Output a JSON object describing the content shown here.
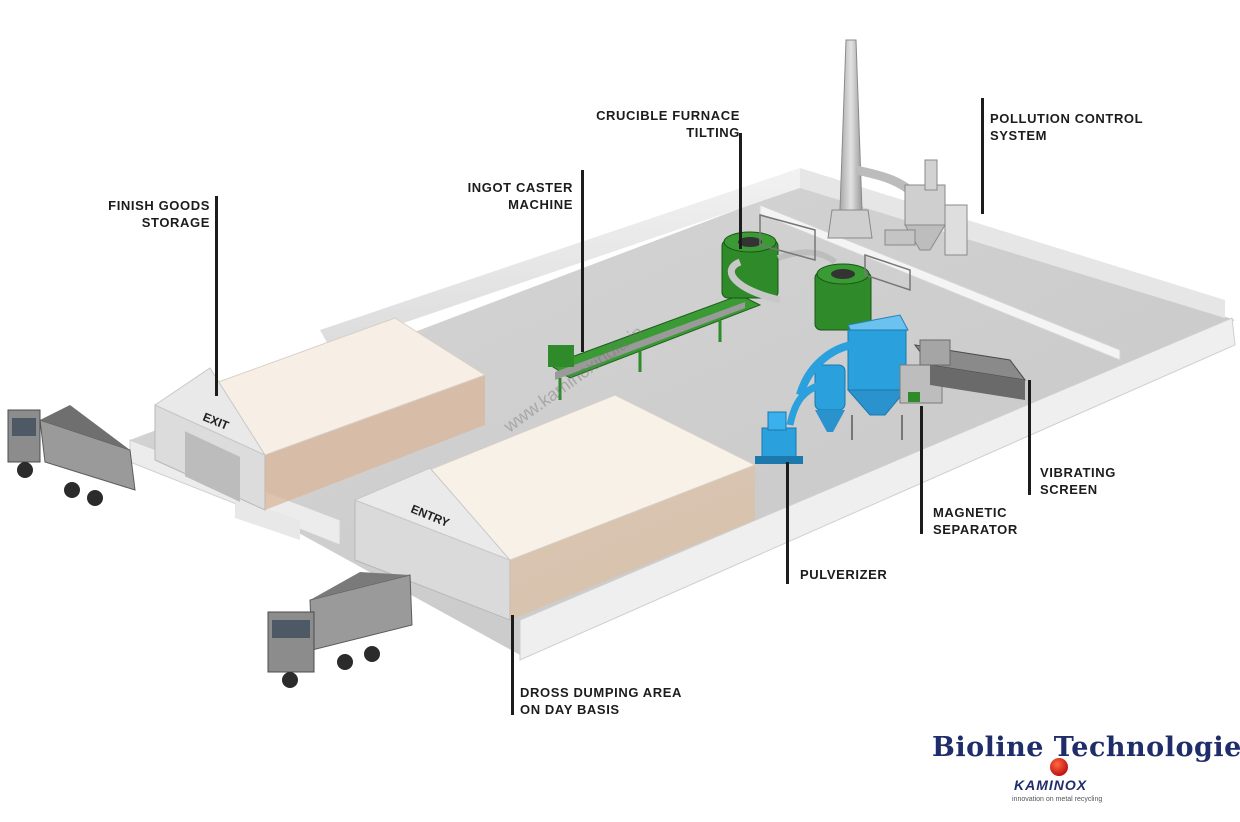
{
  "labels": {
    "crucible": [
      "CRUCIBLE FURNACE",
      "TILTING"
    ],
    "pollution": [
      "POLLUTION CONTROL",
      "SYSTEM"
    ],
    "ingot": [
      "INGOT CASTER",
      "MACHINE"
    ],
    "finish": [
      "FINISH GOODS",
      "STORAGE"
    ],
    "vibrating": [
      "VIBRATING",
      "SCREEN"
    ],
    "magnetic": [
      "MAGNETIC",
      "SEPARATOR"
    ],
    "pulverizer": [
      "PULVERIZER"
    ],
    "dross": [
      "DROSS DUMPING AREA",
      "ON DAY BASIS"
    ]
  },
  "sheds": {
    "exit": "EXIT",
    "entry": "ENTRY"
  },
  "watermark": "www.kaminoxindia.in",
  "brand": {
    "name": "Bioline Technologies",
    "logo": "KAMINOX",
    "tagline": "innovation on metal recycling"
  },
  "colors": {
    "machinery_green": "#2f8a2a",
    "pulverizer_blue": "#2aa0dc",
    "brand_navy": "#1f2d6b",
    "logo_red": "#d01c1c"
  }
}
